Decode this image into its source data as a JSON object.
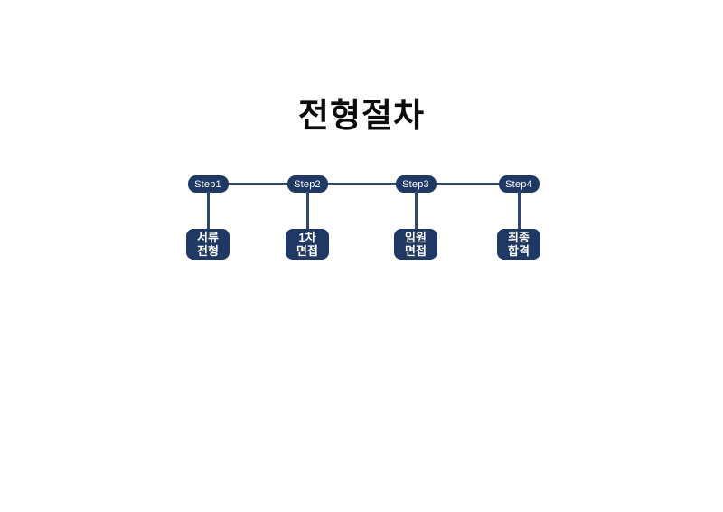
{
  "title": "전형절차",
  "colors": {
    "shape_navy": "#1f3864",
    "connector_line": "#2c4a74",
    "text_on_navy": "#ffffff",
    "title_text": "#0c0c0c",
    "background": "#ffffff"
  },
  "steps": [
    {
      "badge": "Step1",
      "label_line1": "서류",
      "label_line2": "전형"
    },
    {
      "badge": "Step2",
      "label_line1": "1차",
      "label_line2": "면접"
    },
    {
      "badge": "Step3",
      "label_line1": "임원",
      "label_line2": "면접"
    },
    {
      "badge": "Step4",
      "label_line1": "최종",
      "label_line2": "합격"
    }
  ]
}
